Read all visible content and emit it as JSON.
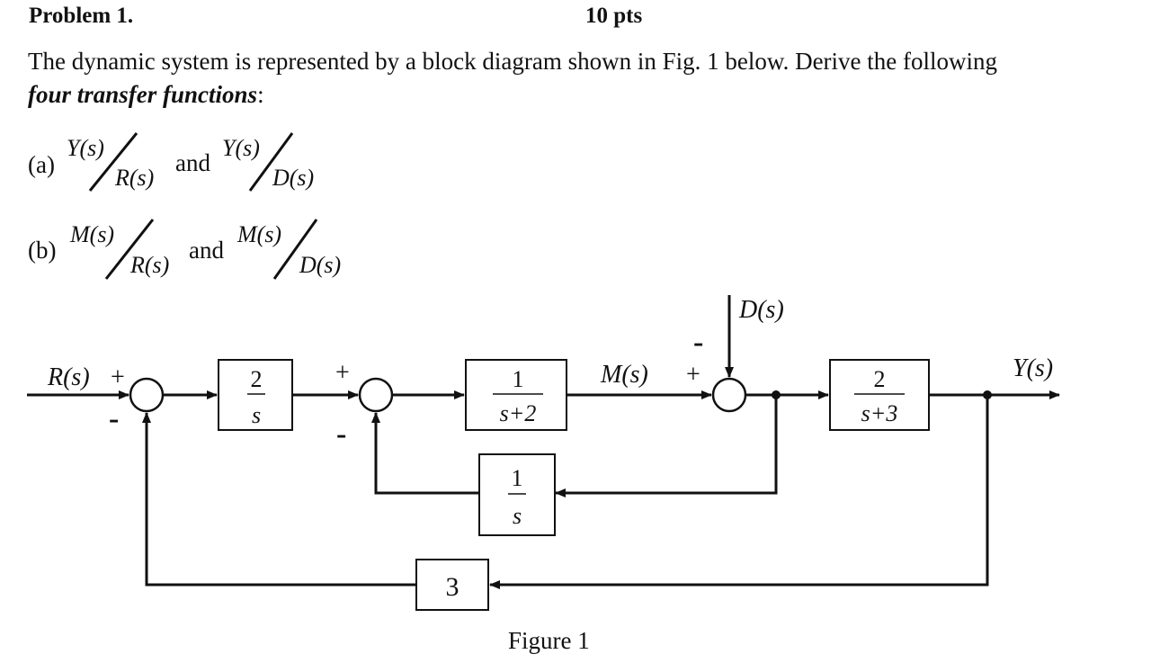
{
  "header": {
    "title": "Problem 1.",
    "points": "10 pts"
  },
  "statement": {
    "line1": "The dynamic system is represented by a block diagram shown in Fig. 1 below. Derive the following",
    "emphasis": "four transfer functions",
    "colon": ":"
  },
  "parts": [
    {
      "label": "(a)",
      "f1_num": "Y(s)",
      "f1_den": "R(s)",
      "and": "and",
      "f2_num": "Y(s)",
      "f2_den": "D(s)"
    },
    {
      "label": "(b)",
      "f1_num": "M(s)",
      "f1_den": "R(s)",
      "and": "and",
      "f2_num": "M(s)",
      "f2_den": "D(s)"
    }
  ],
  "diagram": {
    "signals": {
      "input": "R(s)",
      "disturbance": "D(s)",
      "intermediate": "M(s)",
      "output": "Y(s)"
    },
    "sum1_signs": {
      "plus": "+",
      "minus": "-"
    },
    "sum2_signs": {
      "plus": "+",
      "minus": "-"
    },
    "sum3_signs": {
      "plus": "+",
      "minus": "-"
    },
    "blocks": {
      "integrator_gain": {
        "num": "2",
        "den": "s"
      },
      "plant1": {
        "num": "1",
        "den": "s+2"
      },
      "inner_feedback": {
        "num": "1",
        "den": "s"
      },
      "plant2": {
        "num": "2",
        "den": "s+3"
      },
      "outer_feedback": {
        "value": "3"
      }
    },
    "caption": "Figure 1"
  }
}
